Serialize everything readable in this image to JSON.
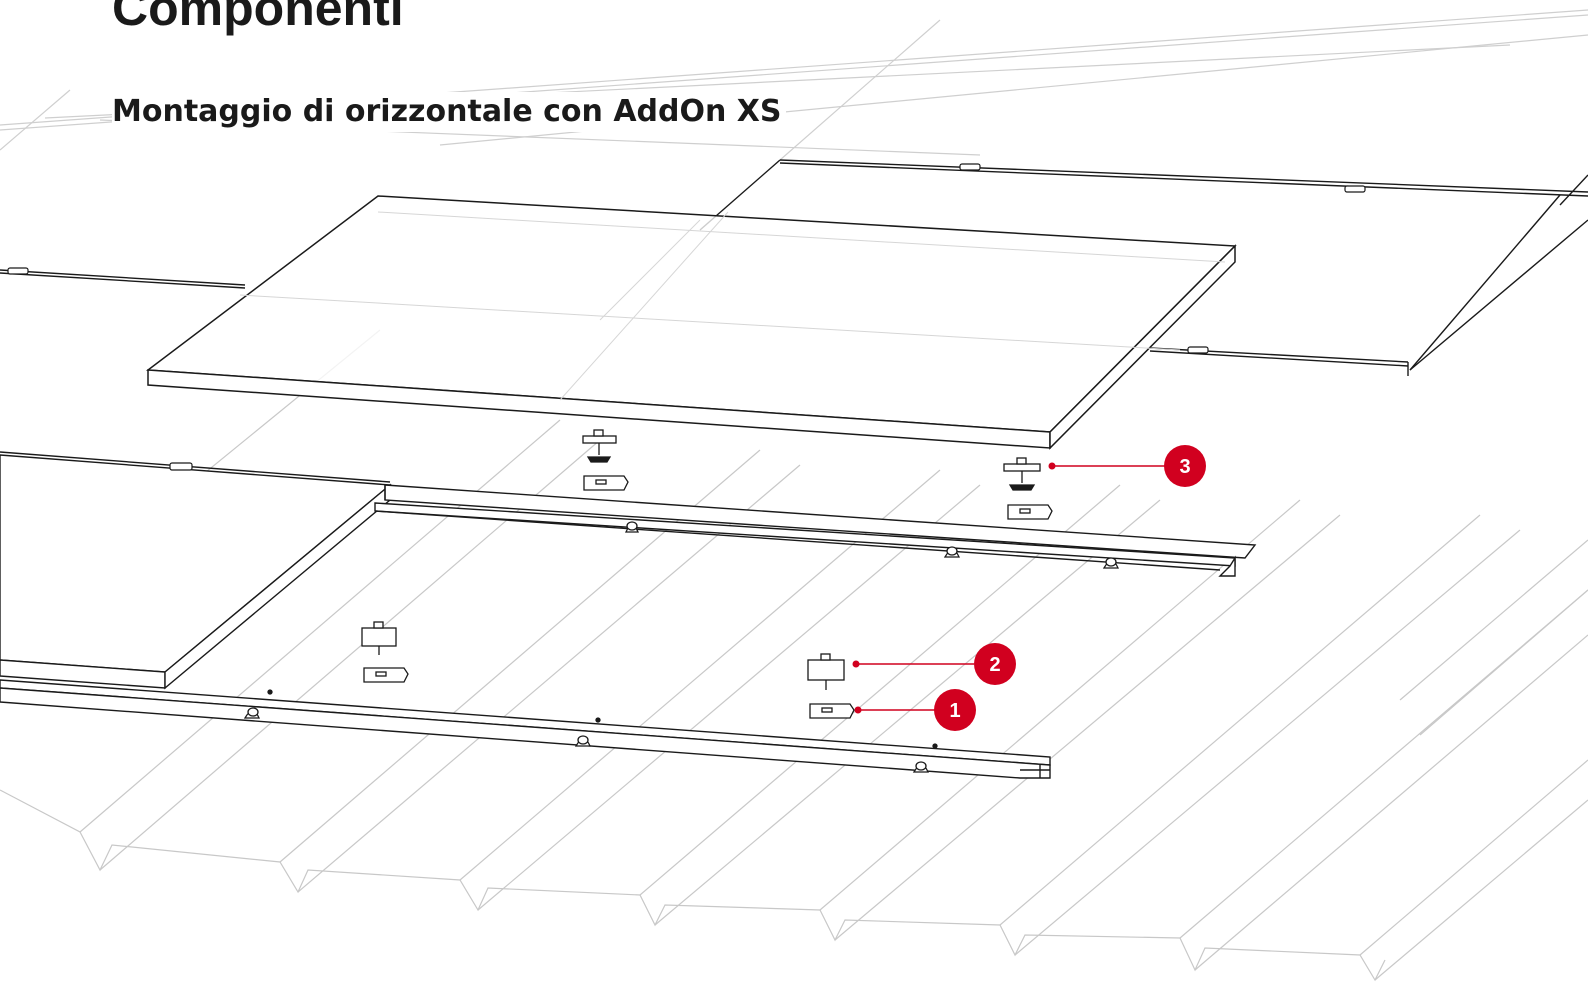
{
  "header": {
    "title": "Componenti",
    "subtitle": "Montaggio di orizzontale con AddOn XS"
  },
  "callouts": [
    {
      "number": "1"
    },
    {
      "number": "2"
    },
    {
      "number": "3"
    }
  ],
  "colors": {
    "accent": "#d1001f",
    "line": "#1a1a1a",
    "faint": "#c8c8c8",
    "background": "#ffffff"
  }
}
